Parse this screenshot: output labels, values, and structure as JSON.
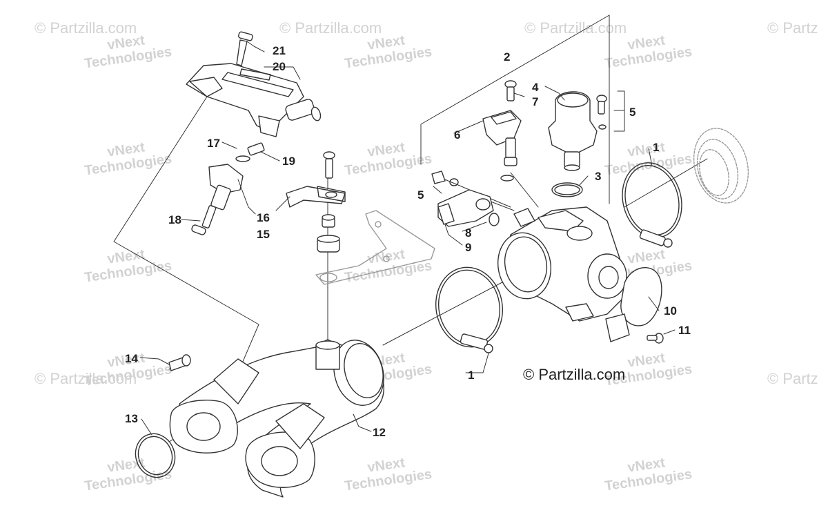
{
  "watermarks": {
    "partzilla": "© Partzilla.com",
    "partzilla_edge": "© Partz",
    "vnext_line1": "vNext",
    "vnext_line2": "Technologies"
  },
  "credit": "© Partzilla.com",
  "callouts": {
    "c1a": "1",
    "c1b": "1",
    "c2": "2",
    "c3": "3",
    "c4": "4",
    "c5a": "5",
    "c5b": "5",
    "c6": "6",
    "c7": "7",
    "c8": "8",
    "c9": "9",
    "c10": "10",
    "c11": "11",
    "c12": "12",
    "c13": "13",
    "c14": "14",
    "c15": "15",
    "c16": "16",
    "c17": "17",
    "c18": "18",
    "c19": "19",
    "c20": "20",
    "c21": "21"
  },
  "colors": {
    "line": "#333333",
    "watermark": "#d2d2d2",
    "text": "#222222"
  }
}
